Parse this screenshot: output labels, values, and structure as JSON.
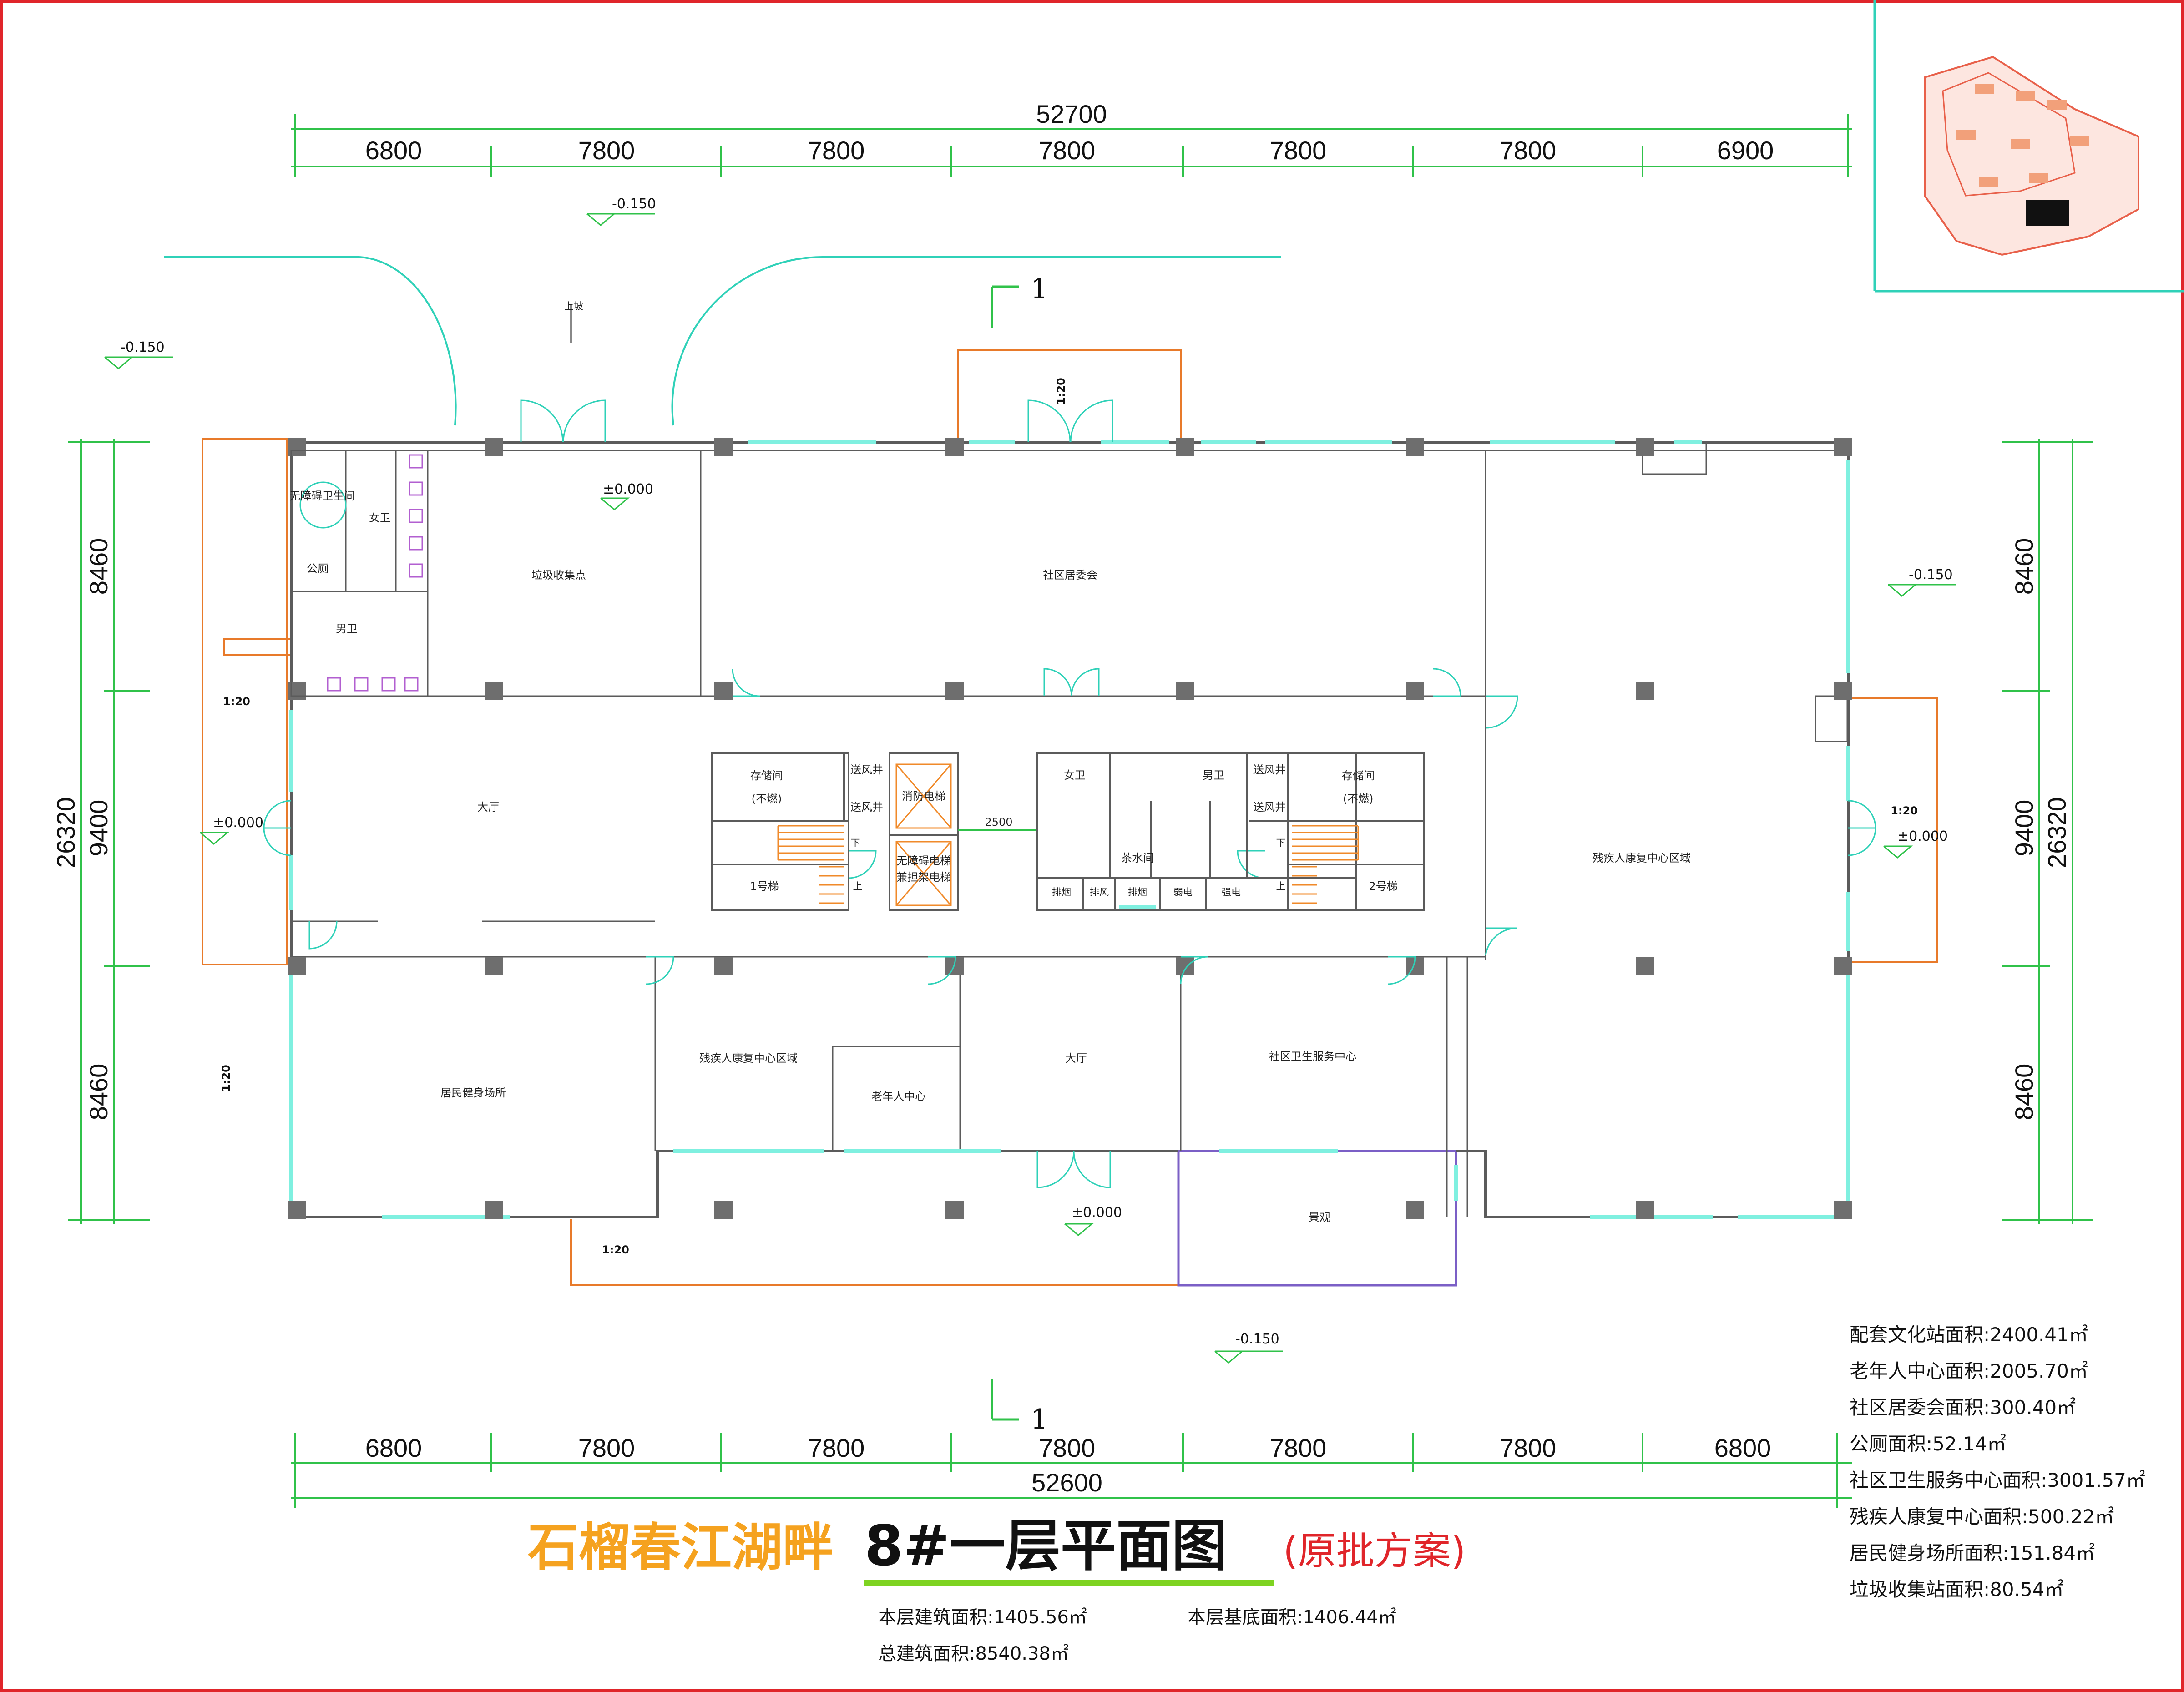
{
  "title": {
    "project": "石榴春江湖畔",
    "main": "8#一层平面图",
    "note": "(原批方案)"
  },
  "summary": {
    "floor_area": "本层建筑面积:1405.56㎡",
    "base_area": "本层基底面积:1406.44㎡",
    "total_area": "总建筑面积:8540.38㎡"
  },
  "area_table": [
    "配套文化站面积:2400.41㎡",
    "老年人中心面积:2005.70㎡",
    "社区居委会面积:300.40㎡",
    "公厕面积:52.14㎡",
    "社区卫生服务中心面积:3001.57㎡",
    "残疾人康复中心面积:500.22㎡",
    "居民健身场所面积:151.84㎡",
    "垃圾收集站面积:80.54㎡"
  ],
  "dimensions": {
    "top_total": "52700",
    "top": [
      "6800",
      "7800",
      "7800",
      "7800",
      "7800",
      "7800",
      "6900"
    ],
    "bottom_total": "52600",
    "bottom": [
      "6800",
      "7800",
      "7800",
      "7800",
      "7800",
      "7800",
      "6800"
    ],
    "left_total": "26320",
    "left": [
      "8460",
      "9400",
      "8460"
    ],
    "right_total": "26320",
    "right": [
      "8460",
      "9400",
      "8460"
    ],
    "corridor": "2500"
  },
  "levels": {
    "top_out": "-0.150",
    "left_out": "-0.150",
    "right_out": "-0.150",
    "bottom_out": "-0.150",
    "in_top": "±0.000",
    "in_left": "±0.000",
    "in_right": "±0.000",
    "in_bottom": "±0.000"
  },
  "ramps": {
    "north": "1:20",
    "west_top": "1:20",
    "west_bottom": "1:20",
    "east": "1:20",
    "south": "1:20"
  },
  "section_marks": {
    "top": "1",
    "bottom": "1"
  },
  "north_marker": "上坡",
  "rooms": {
    "accessible_wc": "无障碍卫生间",
    "female_wc": "女卫",
    "janitor": "公厕",
    "male_wc": "男卫",
    "garbage": "垃圾收集点",
    "committee": "社区居委会",
    "lobby_west": "大厅",
    "storage_left": "存储间",
    "storage_left_note": "(不燃)",
    "air_shaft_1": "送风井",
    "air_shaft_2": "送风井",
    "fire_elevator": "消防电梯",
    "acc_elevator_1": "无障碍电梯",
    "acc_elevator_2": "兼担架电梯",
    "stair_1": "1号梯",
    "female_wc_core": "女卫",
    "tea_room": "茶水间",
    "male_wc_core": "男卫",
    "air_shaft_3": "送风井",
    "air_shaft_4": "送风井",
    "storage_right": "存储间",
    "storage_right_note": "(不燃)",
    "stair_2": "2号梯",
    "shaft_a": "排烟",
    "shaft_b": "排风",
    "shaft_c": "排烟",
    "shaft_d": "弱电",
    "shaft_e": "强电",
    "rehab_east": "残疾人康复中心区域",
    "gym": "居民健身场所",
    "rehab_south": "残疾人康复中心区域",
    "elderly": "老年人中心",
    "lobby_south": "大厅",
    "clinic": "社区卫生服务中心",
    "landscape": "景观",
    "stair_down": "下",
    "stair_up": "上"
  }
}
